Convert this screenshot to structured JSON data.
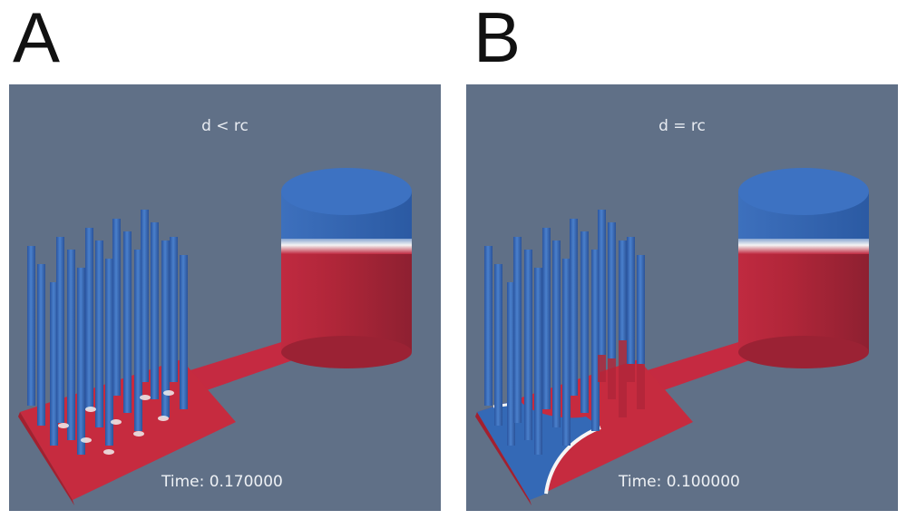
{
  "panels": [
    {
      "letter": "A",
      "label": "d < rc",
      "time": "Time: 0.170000"
    },
    {
      "letter": "B",
      "label": "d = rc",
      "time": "Time: 0.100000"
    }
  ],
  "colors": {
    "background": "#607087",
    "fluid_blue": "#3567b5",
    "fluid_red": "#c62b3f",
    "text": "#e7ebf1"
  }
}
